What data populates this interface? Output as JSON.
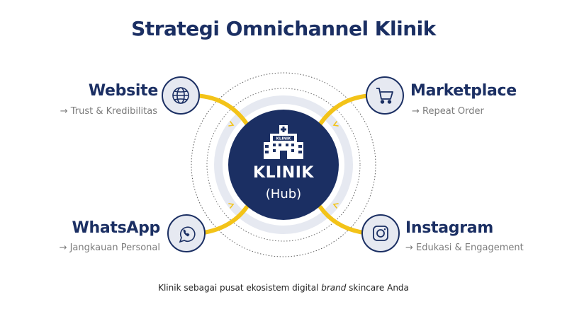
{
  "title": "Strategi Omnichannel Klinik",
  "hub": {
    "main": "KLINIK",
    "sub": "(Hub)",
    "sign": "KLINIK",
    "icon": "hospital-building-icon"
  },
  "channels": [
    {
      "id": "website",
      "title": "Website",
      "sub": "→ Trust & Kredibilitas",
      "icon": "globe-icon"
    },
    {
      "id": "marketplace",
      "title": "Marketplace",
      "sub": "→ Repeat Order",
      "icon": "shopping-cart-icon"
    },
    {
      "id": "whatsapp",
      "title": "WhatsApp",
      "sub": "→ Jangkauan Personal",
      "icon": "whatsapp-icon"
    },
    {
      "id": "instagram",
      "title": "Instagram",
      "sub": "→ Edukasi & Engagement",
      "icon": "instagram-icon"
    }
  ],
  "caption": {
    "before": "Klinik sebagai pusat ekosistem digital ",
    "emph": "brand",
    "after": " skincare Anda"
  },
  "colors": {
    "navy": "#1b2f63",
    "accent": "#f3c318",
    "ring": "#e6e9f1",
    "subtext": "#7c7c7c"
  }
}
